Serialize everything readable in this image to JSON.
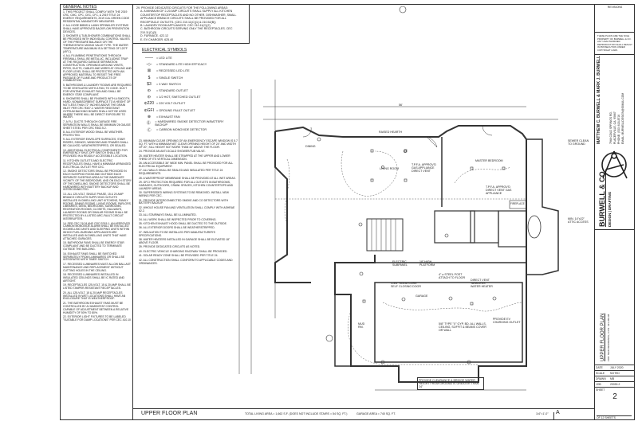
{
  "general_notes": {
    "title": "GENERAL NOTES",
    "items": [
      "1. THIS PROJECT SHALL COMPLY WITH THE 2019 CRC, CMC, CPC, CEC, CFC, & 2019 TITLE 24 ENERGY REQUIREMENTS, 2019 CAL GREEN CODE RESIDENTIAL MANDATORY MEASURES.",
      "2. ALL HOSE BIBBS & LAWN SPRINKLER SYSTEMS SHALL HAVE APPROVED BACKFLOW PREVENTION DEVICES.",
      "3. SHOWER & TUB-SHOWER COMBINATIONS SHALL BE PROVIDED WITH INDIVIDUAL CONTROL VALVES OF THE PRESSURE BALANCE OR THE THERMOSTATIC MIXING VALVE TYPE. THE WATER TEMPERATURE MAXIMUM IS A SETTING OF 120°F (49°C).",
      "4. ALL PLUMBING PENETRATIONS THROUGH FIREWALL SHALL BE METALLIC, INCLUDING TRAP AT THE REQUIRED GARAGE SEPARATION CONSTRUCTION. OPENINGS AROUND VENTS, PIPES, DUCTS, CABLES AND WIRES AT CEILING AND FLOOR LEVEL SHALL BE PROTECTED WITH AN APPROVED MATERIAL TO RESIST THE FREE PASSAGE OF FLAME AND PRODUCTS OF COMBUSTION.",
      "5. BATHROOMS & LAUNDRY ROOMS ARE REQUIRED TO BE VENTILATED WITH A FAN, TO CODE. DUCT FOR VENTING EXHAUST FAN AND SHALL BE ENERGY STAR COMPLIANT.",
      "6. SHOWERS SHALL BE FINISHED WITH A SMOOTH, HARD, NONABSORBENT SURFACE TO A HEIGHT OF NOT LESS THAN 72\" INCHES ABOVE THE DRAIN INLET PER CRC R307.2. WATER RESISTANT GYPSUM BACKING BOARD SHALL NOT BE USED WHERE THERE WILL BE DIRECT EXPOSURE TO WATER.",
      "7. A.F.U. DUCTS THROUGH GARAGE FIRE SEPARATION WALLS SHALL BE MINIMUM 26 GAUGE SHEET STEEL PER CRC R302.5.2.",
      "8. ALL EXTERIOR WOOD SHALL BE WEATHER-PROTECTED.",
      "9. ALL EXTERIOR ENVELOPE SURFACES, STAIR RISERS, SIDINGS, WINDOWS AND FRAMES SHALL BE CAULKED, WEATHERSTRIPPED, OR SEALED.",
      "10. ADDITIONAL ELECTRICAL COMPONENTS FOR EMERGENCY SHUT-OFF SWITCH SHALL BE PROVIDED IN A READILY ACCESSIBLE LOCATION.",
      "11. KITCHEN OUTLETS AND ELECTRIC RECEPTACLES SHALL HAVE A MINIMUM ARRANGED ELECTRICAL OUTLET PER CEC.",
      "12. SMOKE DETECTORS SHALL BE PROVIDED IN EACH SLEEPING ROOM AND OUTSIDE EACH SEPARATE SLEEPING AREA IN THE IMMEDIATE VICINITY OF THE BEDROOMS, AND ON EACH STORY OF THE DWELLING. SMOKE DETECTORS SHALL BE HARDWIRED WITH BATTERY BACKUP AND INTERCONNECTED.",
      "13. ALL 120-VOLT, SINGLE PHASE, 15 & 20 AMP BRANCH CIRCUITS SUPPLYING OUTLETS INSTALLED IN DWELLING UNIT KITCHENS, FAMILY ROOMS, DINING ROOMS, LIVING ROOMS, PARLORS, LIBRARIES, DENS, BEDROOMS, SUNROOMS, RECREATION ROOMS, CLOSETS, HALLWAYS, LAUNDRY ROOMS OR SIMILAR ROOMS SHALL BE PROTECTED BY A LISTED ARC-FAULT CIRCUIT INTERRUPTER.",
      "14. PER CEC 210.8 AND CRC R315.1, AN APPROVED CARBON MONOXIDE ALARM SHALL BE INSTALLED IN DWELLING UNITS AND SLEEPING UNITS WITHIN WHICH FUEL-BURNING APPLIANCES ARE INSTALLED AND IN DWELLING UNITS THAT HAVE ATTACHED GARAGES.",
      "15. BATHROOM FANS SHALL BE ENERGY STAR COMPLIANT AND BE DUCTED TO TERMINATE OUTSIDE THE BUILDING.",
      "16. EXHAUST FANS SHALL BE SWITCHED SEPARATELY FROM LUMINAIRES OR SHALL BE INTEGRATED WITH TIMER SWITCH.",
      "17. RECESSED LUMINAIRES MUST ALLOW BALLAST MAINTENANCE AND REPLACEMENT WITHOUT CUTTING HOLES IN THE CEILING.",
      "18. RECESSED LUMINAIRES INSTALLED IN INSULATED CEILINGS SHALL BE IC RATED AND AIRTIGHT.",
      "19. RECEPTACLES 125-VOLT, 15 & 20 AMP SHALL BE LISTED TAMPER-RESISTANT RECEPTACLES.",
      "20. ALL 125-VOLT, 15 & 20 AMP RECEPTACLES INSTALLED IN WET LOCATIONS SHALL HAVE AN ENCLOSURE THAT IS WEATHERPROOF.",
      "21. THE BATHROOM EXHAUST FANS MUST BE CONTROLLED BY A HUMIDISTAT CONTROL CAPABLE OF ADJUSTMENT BETWEEN A RELATIVE HUMIDITY OF 50% TO 80%.",
      "22. EXTERIOR LIGHT FIXTURES TO BE LABELED \"SUITABLE FOR DAMP LOCATIONS\" PER CEC 410.10.",
      "23. MINIMUM CLEAR OPENING OF AN EMERGENCY ESCAPE WINDOW IS 5.7 SQ. FT. WITH A MINIMUM NET CLEAR OPENING HEIGHT OF 24\" AND WIDTH OF 20\", SILL HEIGHT NOT MORE THAN 44\" ABOVE THE FLOOR.",
      "24. PROVIDE AN ANTI-SCALD SHOWER/TUB VALVE.",
      "25. WATER HEATER SHALL BE STRAPPED AT THE UPPER AND LOWER THIRD OF ITS VERTICAL DIMENSION.",
      "26. AN ACCESSIBLE 36\" WIDE MIN. PANEL SHALL BE PROVIDED FOR ALL ELECTRICAL EQUIPMENT.",
      "27. ALL WALLS SHALL BE SEALED AND INSULATED PER TITLE 24 REQUIREMENTS.",
      "28. A WATERPROOF MEMBRANE SHALL BE PROVIDED AT ALL WET AREAS.",
      "29. GFCI PROTECTION REQUIRED FOR ALL OUTLETS IN BATHROOMS, GARAGES, OUTDOORS, CRAWL SPACES, KITCHEN COUNTERTOPS AND LAUNDRY AREAS.",
      "30. SUPERSEDED WIRING SYSTEMS TO BE REMOVED. INSTALL NEW WIRING PER CEC.",
      "31. PROVIDE INTERCONNECTED SMOKE AND CO DETECTORS WITH BATTERY BACKUP.",
      "32. WHOLE HOUSE FAN AND VENTILATION SHALL COMPLY WITH ASHRAE 62.2.",
      "33. ALL STAIRWAYS SHALL BE ILLUMINATED.",
      "34. ALL WORK SHALL BE INSPECTED PRIOR TO COVERING.",
      "35. KITCHEN EXHAUST HOOD SHALL BE DUCTED TO THE OUTSIDE.",
      "36. ALL EXTERIOR DOORS SHALL BE WEATHERSTRIPPED.",
      "37. INSULATION TO BE INSTALLED PER MANUFACTURER'S SPECIFICATIONS.",
      "38. WATER HEATERS INSTALLED IN GARAGE SHALL BE ELEVATED 18\" ABOVE FLOOR.",
      "39. PROVIDE DEDICATED CIRCUITS AS NOTED.",
      "40. ELECTRIC VEHICLE CHARGING RACEWAY SHALL BE PROVIDED.",
      "41. SOLAR READY ZONE SHALL BE PROVIDED PER TITLE 24.",
      "42. ALL CONSTRUCTION SHALL CONFORM TO APPLICABLE CODES AND ORDINANCES."
    ]
  },
  "circuits": {
    "title": "29. PROVIDE DEDICATED CIRCUITS FOR THE FOLLOWING AREAS:",
    "items": [
      "A. A MINIMUM OF 2-20 AMP CIRCUITS SHALL SUPPLY ALL KITCHEN COUNTERTOP RECEPTACLES AND NO OTHER. DISHWASHER, SMALL APPLIANCE BRANCH CIRCUITS SHALL BE PROVIDED FOR ALL RECEPTACLE OUTLETS. (CEC 210.11(C)(1) & 210.52(B))",
      "B. LAUNDRY ROOM APPLIANCES. CEC 210.11(C)(2)",
      "C. BATHROOM CIRCUITS SERVING ONLY THE RECEPTACLES. CEC 210.11(C)(3)",
      "D. FURNACE. 422.12",
      "E. EV CHARGER. 625.40"
    ]
  },
  "electrical_symbols": {
    "title": "ELECTRICAL SYMBOLS",
    "items": [
      {
        "icon": "led-strip-icon",
        "glyph": "——",
        "label": "= LED LITE"
      },
      {
        "icon": "standard-light-icon",
        "glyph": "-◇-",
        "label": "= STANDARD LITE HIGH EFFICACY"
      },
      {
        "icon": "recessed-light-icon",
        "glyph": "⊠",
        "label": "= RECESSED LED LITE"
      },
      {
        "icon": "single-switch-icon",
        "glyph": "$",
        "label": "= SINGLE SWITCH"
      },
      {
        "icon": "three-way-switch-icon",
        "glyph": "$3",
        "label": "= 3 WAY SWITCH"
      },
      {
        "icon": "standard-outlet-icon",
        "glyph": "⦶",
        "label": "= STANDARD OUTLET"
      },
      {
        "icon": "switched-outlet-icon",
        "glyph": "⦶",
        "label": "= 1/2 HOT, SWITCHED OUTLET"
      },
      {
        "icon": "220v-outlet-icon",
        "glyph": "⦶220",
        "label": "= 220 VOLT OUTLET"
      },
      {
        "icon": "gfi-outlet-icon",
        "glyph": "⦶GFI",
        "label": "= GROUND FAULT OUTLET"
      },
      {
        "icon": "exhaust-fan-icon",
        "glyph": "⊗",
        "label": "= EXHAUST FAN"
      },
      {
        "icon": "smoke-detector-icon",
        "glyph": "Ⓢ",
        "label": "= HARDWIRED SMOKE DETECTOR W/BATTERY BACKUP"
      },
      {
        "icon": "co-detector-icon",
        "glyph": "Ⓒ",
        "label": "= CARBON MONOXIDE DETECTOR"
      }
    ]
  },
  "plan": {
    "rooms": {
      "dining": "DINING",
      "living": "LIVING ROOM",
      "master": "MASTER BEDROOM",
      "garage": "GARAGE",
      "mud": "MUD RM."
    },
    "notes": {
      "raised_hearth": "RAISED HEARTH",
      "tpfa": "T.P.F.A. APPROV'D GAS APPLIANCE DIRECT VENT",
      "tpfa2": "T.P.F.A. APPROV'D DIRECT VENT GAS APPLIANCE",
      "fireplace": "FIREPLACE",
      "electric_subpanel": "ELECTRIC SUBPANEL",
      "hw_platform": "18\" HIGH PLATFORM",
      "steel_post": "4\" ⌀ STEEL POST ATTACH TO FLOOR",
      "water_heater": "DIRECT VENT TANKLESS WATER HEATER",
      "door": "1-3/4\" SOLID CORE SELF CLOSING DOOR",
      "drywall": "5/8\" TYPE \"X\" GYP. BD. ALL WALLS, CEILING, SOFFIT & BEAMS COVER OR WALL",
      "ev_charger": "PROVIDE EV CHARGING OUTLET",
      "grade": "PROVIDE CLEARANCE & BRIDGE WATER HEIGHT FROM GROUND IS GREATER THAN 24\"",
      "sewer": "SEWER CLEAN TO GROUND",
      "access": "MIN. 14\"x22\" ATTIC ACCESS",
      "dim_total": "56'"
    }
  },
  "bottom": {
    "title": "UPPER FLOOR PLAN",
    "living_area": "TOTAL LIVING AREA = 1,662 S.F. (DOES NOT INCLUDE STAIRS = 54 SQ. FT.)",
    "garage_area": "GARAGE AREA = 740 SQ. FT.",
    "scale": "1/4\"=1'-0\"",
    "revision": "A"
  },
  "title_block": {
    "revisions": "REVISIONS",
    "disclaimer": "THESE PLANS ARE THE SOLE PROPERTY OF BURWELL & CO. ANY UNAUTHORIZED REPRODUCTION SHALL RESULT IN PROSECUTION UNDER COPYRIGHT LAWS.",
    "designers": "MATTHEW C. BURWELL & MARK J. BURWELL",
    "address": "7944 COLD SPRINGS RD.",
    "city": "PLACERVILLE, CA. 95667",
    "phone": "PHONE: (530) 618-8716",
    "email": "EMAIL: BURWELLDESIGN@GMAIL.COM",
    "company": "BURWELL & CO.",
    "tagline": "DESIGN | DRAFTING",
    "sheet_title": "UPPER FLOOR PLAN",
    "sheet_sub": "FOR: NEW RESIDENCE, A.P.N. 321-350-08",
    "date_label": "DATE",
    "date": "JULY 2020",
    "scale_label": "SCALE",
    "scale": "NOTED",
    "drawn_label": "DRAWN",
    "drawn": "MB",
    "job_label": "JOB",
    "job": "20030-2",
    "sheet_label": "SHEET",
    "sheet": "2",
    "of": "OF 12 SHEETS"
  }
}
